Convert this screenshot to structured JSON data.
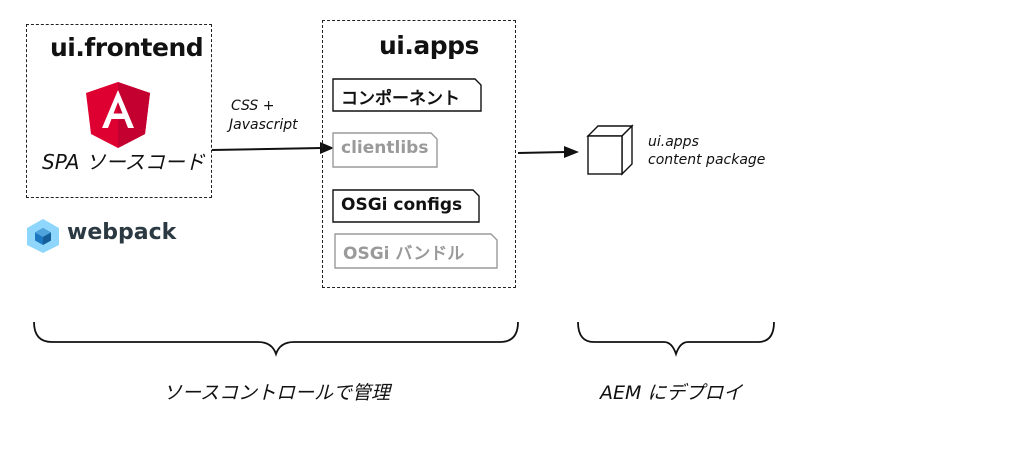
{
  "frontend": {
    "title": "ui.frontend",
    "caption": "SPA ソースコード",
    "logo_color": "#dd0031",
    "logo_dark": "#c3002f",
    "icon": "angular-icon"
  },
  "webpack": {
    "label": "webpack",
    "icon": "webpack-icon",
    "color_light": "#8ed6fb",
    "color_dark": "#1c78c0"
  },
  "arrow_label": {
    "line1": "CSS +",
    "line2": "Javascript"
  },
  "apps": {
    "title": "ui.apps",
    "items": [
      {
        "label": "コンポーネント",
        "style": "active"
      },
      {
        "label": "clientlibs",
        "style": "muted"
      },
      {
        "label": "OSGi configs",
        "style": "active"
      },
      {
        "label": "OSGi バンドル",
        "style": "muted"
      }
    ]
  },
  "package": {
    "line1": "ui.apps",
    "line2": "content package",
    "icon": "package-cube-icon"
  },
  "braces": {
    "source_control": "ソースコントロールで管理",
    "deploy": "AEM にデプロイ"
  }
}
